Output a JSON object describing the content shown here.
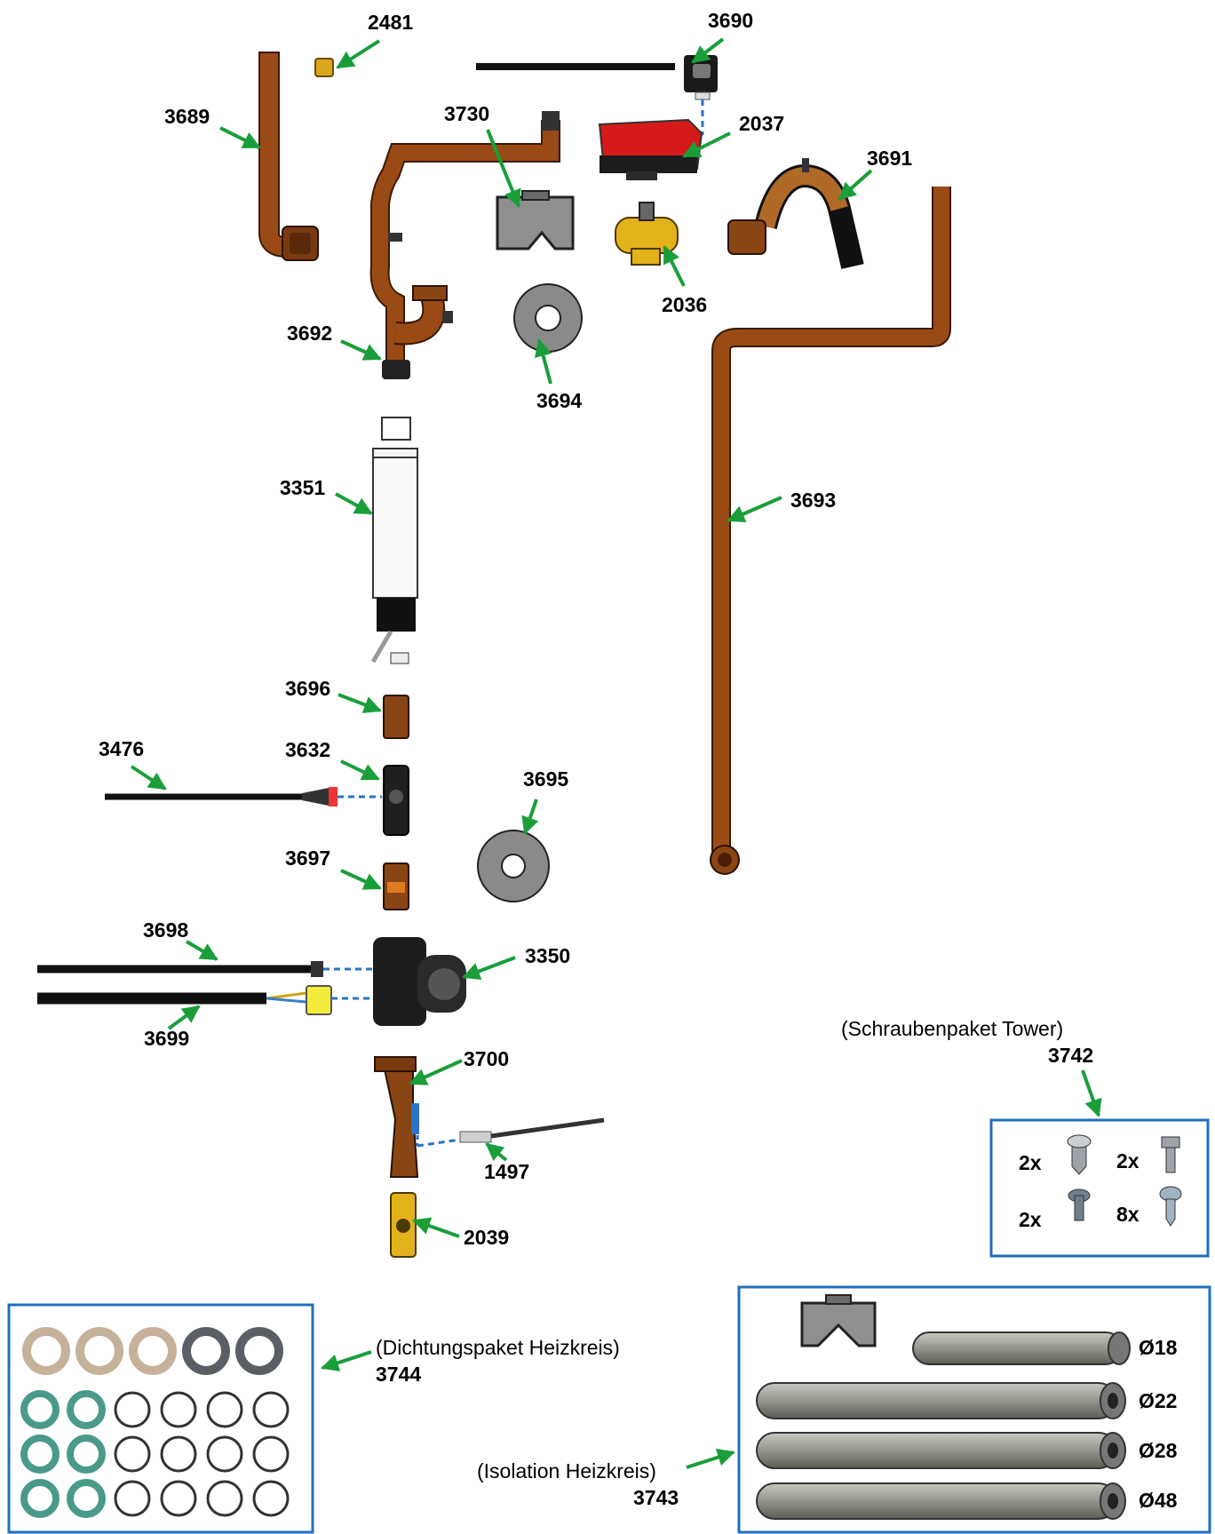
{
  "colors": {
    "arrow": "#1a9e3a",
    "copper": "#9a4a14",
    "box_border": "#1f6fbf",
    "dashed": "#2a73c4"
  },
  "parts": [
    {
      "id": "p2481",
      "label": "2481"
    },
    {
      "id": "p3690",
      "label": "3690"
    },
    {
      "id": "p3689",
      "label": "3689"
    },
    {
      "id": "p3730",
      "label": "3730"
    },
    {
      "id": "p2037",
      "label": "2037"
    },
    {
      "id": "p3691",
      "label": "3691"
    },
    {
      "id": "p2036",
      "label": "2036"
    },
    {
      "id": "p3692",
      "label": "3692"
    },
    {
      "id": "p3694",
      "label": "3694"
    },
    {
      "id": "p3693",
      "label": "3693"
    },
    {
      "id": "p3351",
      "label": "3351"
    },
    {
      "id": "p3696",
      "label": "3696"
    },
    {
      "id": "p3476",
      "label": "3476"
    },
    {
      "id": "p3632",
      "label": "3632"
    },
    {
      "id": "p3695",
      "label": "3695"
    },
    {
      "id": "p3697",
      "label": "3697"
    },
    {
      "id": "p3698",
      "label": "3698"
    },
    {
      "id": "p3350",
      "label": "3350"
    },
    {
      "id": "p3699",
      "label": "3699"
    },
    {
      "id": "p3700",
      "label": "3700"
    },
    {
      "id": "p1497",
      "label": "1497"
    },
    {
      "id": "p2039",
      "label": "2039"
    }
  ],
  "kits": {
    "screws": {
      "caption": "(Schraubenpaket Tower)",
      "number": "3742",
      "items": [
        {
          "qty": "2x"
        },
        {
          "qty": "2x"
        },
        {
          "qty": "2x"
        },
        {
          "qty": "8x"
        }
      ]
    },
    "seals": {
      "caption": "(Dichtungspaket Heizkreis)",
      "number": "3744"
    },
    "insulation": {
      "caption": "(Isolation Heizkreis)",
      "number": "3743",
      "sizes": [
        "Ø18",
        "Ø22",
        "Ø28",
        "Ø48"
      ]
    }
  }
}
